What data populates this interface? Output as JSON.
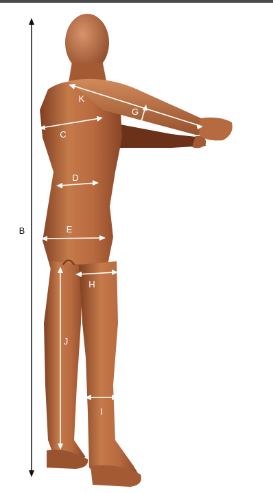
{
  "diagram": {
    "labels": {
      "b": "B",
      "c": "C",
      "d": "D",
      "e": "E",
      "g": "G",
      "h": "H",
      "i": "I",
      "j": "J",
      "k": "K"
    },
    "colors": {
      "skin": "#b86a3f",
      "skin_dark": "#8c4a2a",
      "skin_light": "#d99667",
      "line_light": "#ffffff",
      "line_dark": "#111111"
    }
  }
}
